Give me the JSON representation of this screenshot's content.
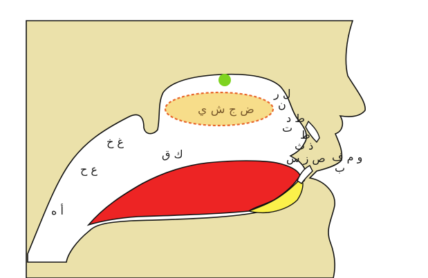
{
  "labels": {
    "center": "ض ج ش ي",
    "lr": "ل ر",
    "n": "ن",
    "td": "ط د",
    "t": "ت",
    "z": "ظ",
    "dth": "ذ ث",
    "szs": "ص ز س",
    "wmf": "و م ف",
    "b": "ب",
    "ghkh": "غ خ",
    "kq": "ك ق",
    "ha": "ع ح",
    "ah": "أ ه"
  },
  "colors": {
    "background": "#ffffff",
    "skin": "#ebe1aa",
    "cavity": "#ffffff",
    "tongue": "#ed2424",
    "tongue_tip": "#fbf14a",
    "palate_fill": "#f7dd8a",
    "palate_border": "#e8652a",
    "point": "#7ed320",
    "outline": "#111111"
  }
}
